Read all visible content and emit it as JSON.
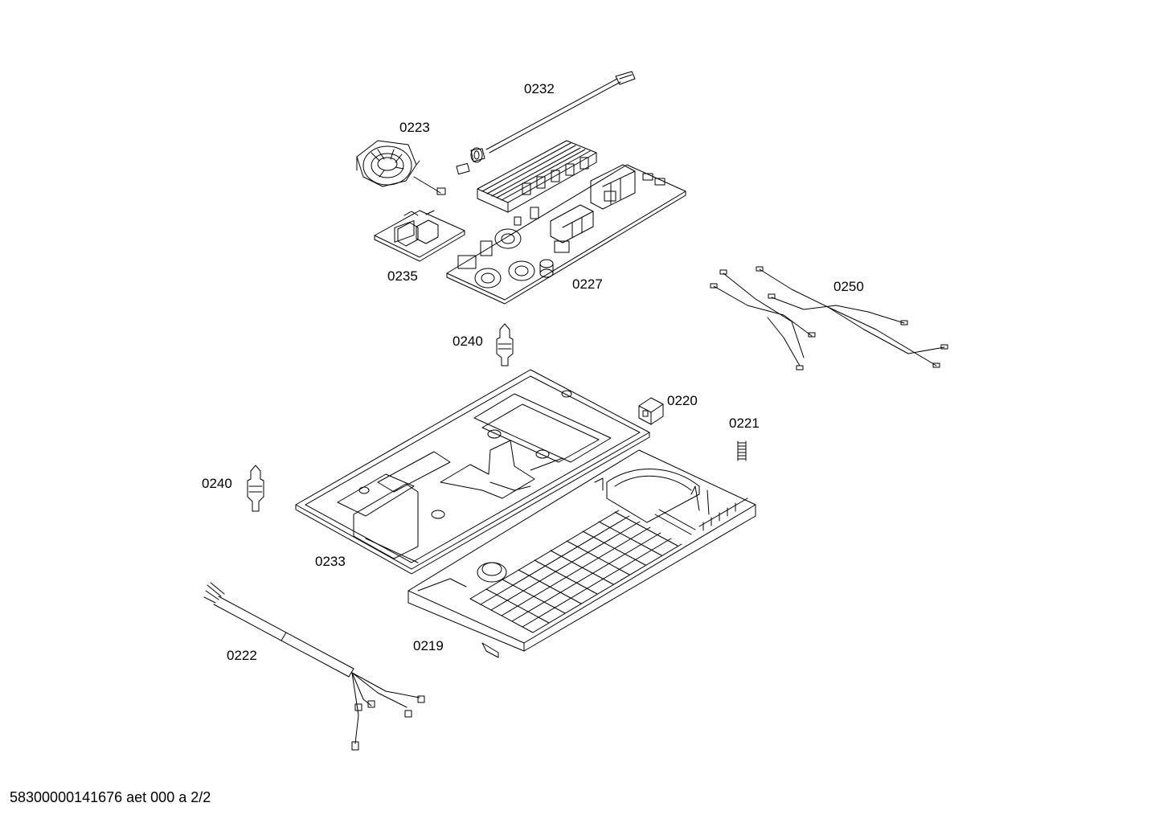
{
  "diagram": {
    "parts": [
      {
        "key": "p0232",
        "label": "0232",
        "name": "ribbon cable"
      },
      {
        "key": "p0223",
        "label": "0223",
        "name": "cooling fan"
      },
      {
        "key": "p0235",
        "label": "0235",
        "name": "small circuit board"
      },
      {
        "key": "p0227",
        "label": "0227",
        "name": "power electronics board"
      },
      {
        "key": "p0250",
        "label": "0250",
        "name": "wire harness"
      },
      {
        "key": "p0240a",
        "label": "0240",
        "name": "spacer clip"
      },
      {
        "key": "p0220",
        "label": "0220",
        "name": "holder block"
      },
      {
        "key": "p0221",
        "label": "0221",
        "name": "spring"
      },
      {
        "key": "p0240b",
        "label": "0240",
        "name": "spacer clip"
      },
      {
        "key": "p0233",
        "label": "0233",
        "name": "carrier plate"
      },
      {
        "key": "p0219",
        "label": "0219",
        "name": "housing frame"
      },
      {
        "key": "p0222",
        "label": "0222",
        "name": "mains cable"
      }
    ]
  },
  "footer": {
    "doc_id": "58300000141676 aet 000 a 2/2"
  }
}
